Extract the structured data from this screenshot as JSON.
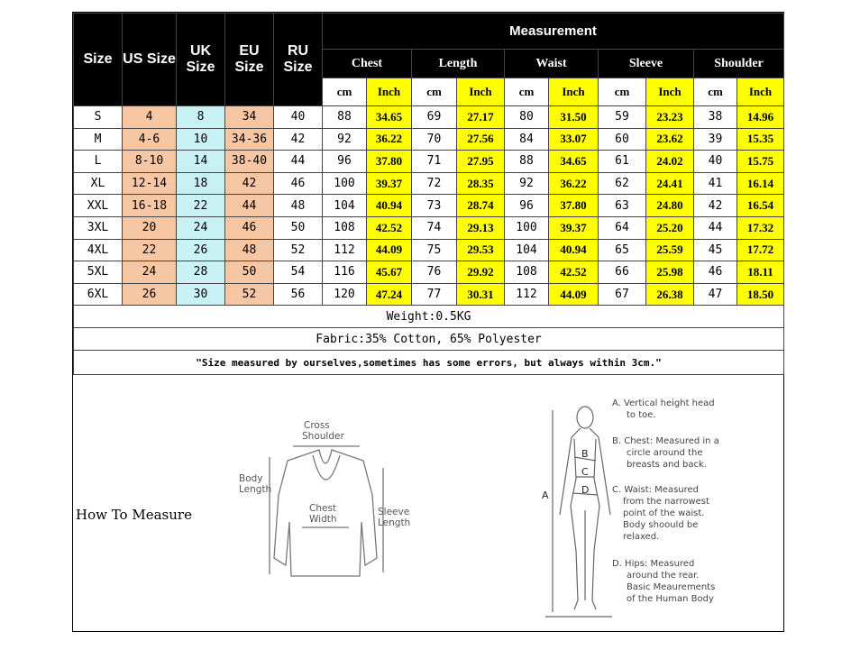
{
  "header": {
    "size": "Size",
    "us": "US Size",
    "uk": "UK Size",
    "eu": "EU Size",
    "ru": "RU Size",
    "measurement": "Measurement",
    "groups": [
      "Chest",
      "Length",
      "Waist",
      "Sleeve",
      "Shoulder"
    ],
    "unit_cm": "cm",
    "unit_inch": "Inch"
  },
  "rows": [
    {
      "size": "S",
      "us": "4",
      "uk": "8",
      "eu": "34",
      "ru": "40",
      "chest_cm": "88",
      "chest_in": "34.65",
      "length_cm": "69",
      "length_in": "27.17",
      "waist_cm": "80",
      "waist_in": "31.50",
      "sleeve_cm": "59",
      "sleeve_in": "23.23",
      "shoulder_cm": "38",
      "shoulder_in": "14.96"
    },
    {
      "size": "M",
      "us": "4-6",
      "uk": "10",
      "eu": "34-36",
      "ru": "42",
      "chest_cm": "92",
      "chest_in": "36.22",
      "length_cm": "70",
      "length_in": "27.56",
      "waist_cm": "84",
      "waist_in": "33.07",
      "sleeve_cm": "60",
      "sleeve_in": "23.62",
      "shoulder_cm": "39",
      "shoulder_in": "15.35"
    },
    {
      "size": "L",
      "us": "8-10",
      "uk": "14",
      "eu": "38-40",
      "ru": "44",
      "chest_cm": "96",
      "chest_in": "37.80",
      "length_cm": "71",
      "length_in": "27.95",
      "waist_cm": "88",
      "waist_in": "34.65",
      "sleeve_cm": "61",
      "sleeve_in": "24.02",
      "shoulder_cm": "40",
      "shoulder_in": "15.75"
    },
    {
      "size": "XL",
      "us": "12-14",
      "uk": "18",
      "eu": "42",
      "ru": "46",
      "chest_cm": "100",
      "chest_in": "39.37",
      "length_cm": "72",
      "length_in": "28.35",
      "waist_cm": "92",
      "waist_in": "36.22",
      "sleeve_cm": "62",
      "sleeve_in": "24.41",
      "shoulder_cm": "41",
      "shoulder_in": "16.14"
    },
    {
      "size": "XXL",
      "us": "16-18",
      "uk": "22",
      "eu": "44",
      "ru": "48",
      "chest_cm": "104",
      "chest_in": "40.94",
      "length_cm": "73",
      "length_in": "28.74",
      "waist_cm": "96",
      "waist_in": "37.80",
      "sleeve_cm": "63",
      "sleeve_in": "24.80",
      "shoulder_cm": "42",
      "shoulder_in": "16.54"
    },
    {
      "size": "3XL",
      "us": "20",
      "uk": "24",
      "eu": "46",
      "ru": "50",
      "chest_cm": "108",
      "chest_in": "42.52",
      "length_cm": "74",
      "length_in": "29.13",
      "waist_cm": "100",
      "waist_in": "39.37",
      "sleeve_cm": "64",
      "sleeve_in": "25.20",
      "shoulder_cm": "44",
      "shoulder_in": "17.32"
    },
    {
      "size": "4XL",
      "us": "22",
      "uk": "26",
      "eu": "48",
      "ru": "52",
      "chest_cm": "112",
      "chest_in": "44.09",
      "length_cm": "75",
      "length_in": "29.53",
      "waist_cm": "104",
      "waist_in": "40.94",
      "sleeve_cm": "65",
      "sleeve_in": "25.59",
      "shoulder_cm": "45",
      "shoulder_in": "17.72"
    },
    {
      "size": "5XL",
      "us": "24",
      "uk": "28",
      "eu": "50",
      "ru": "54",
      "chest_cm": "116",
      "chest_in": "45.67",
      "length_cm": "76",
      "length_in": "29.92",
      "waist_cm": "108",
      "waist_in": "42.52",
      "sleeve_cm": "66",
      "sleeve_in": "25.98",
      "shoulder_cm": "46",
      "shoulder_in": "18.11"
    },
    {
      "size": "6XL",
      "us": "26",
      "uk": "30",
      "eu": "52",
      "ru": "56",
      "chest_cm": "120",
      "chest_in": "47.24",
      "length_cm": "77",
      "length_in": "30.31",
      "waist_cm": "112",
      "waist_in": "44.09",
      "sleeve_cm": "67",
      "sleeve_in": "26.38",
      "shoulder_cm": "47",
      "shoulder_in": "18.50"
    }
  ],
  "notes": {
    "weight": "Weight:0.5KG",
    "fabric": "Fabric:35% Cotton, 65% Polyester",
    "disclaimer": "\"Size measured by ourselves,sometimes has some errors, but always within 3cm.\""
  },
  "how_to": {
    "label": "How To Measure",
    "sweater": {
      "cross_shoulder": [
        "Cross",
        "Shoulder"
      ],
      "body_length": [
        "Body",
        "Length"
      ],
      "chest_width": [
        "Chest",
        "Width"
      ],
      "sleeve_length": [
        "Sleeve",
        "Length"
      ]
    },
    "body_letters": {
      "a": "A",
      "b": "B",
      "c": "C",
      "d": "D"
    },
    "annotations": [
      [
        "A. Vertical height head",
        "to toe."
      ],
      [
        "B. Chest: Measured in a",
        "circle around the",
        "breasts and back."
      ],
      [
        "C. Waist: Measured",
        "from the narrowest",
        "point of the waist.",
        "Body shoould be",
        "relaxed."
      ],
      [
        "D. Hips: Measured",
        "around the rear.",
        "Basic Meaurements",
        "of the Human Body"
      ]
    ]
  },
  "colors": {
    "header_bg": "#000000",
    "inch_bg": "#ffff00",
    "us_eu_bg": "#f7c6a3",
    "uk_bg": "#c8f2f4"
  }
}
